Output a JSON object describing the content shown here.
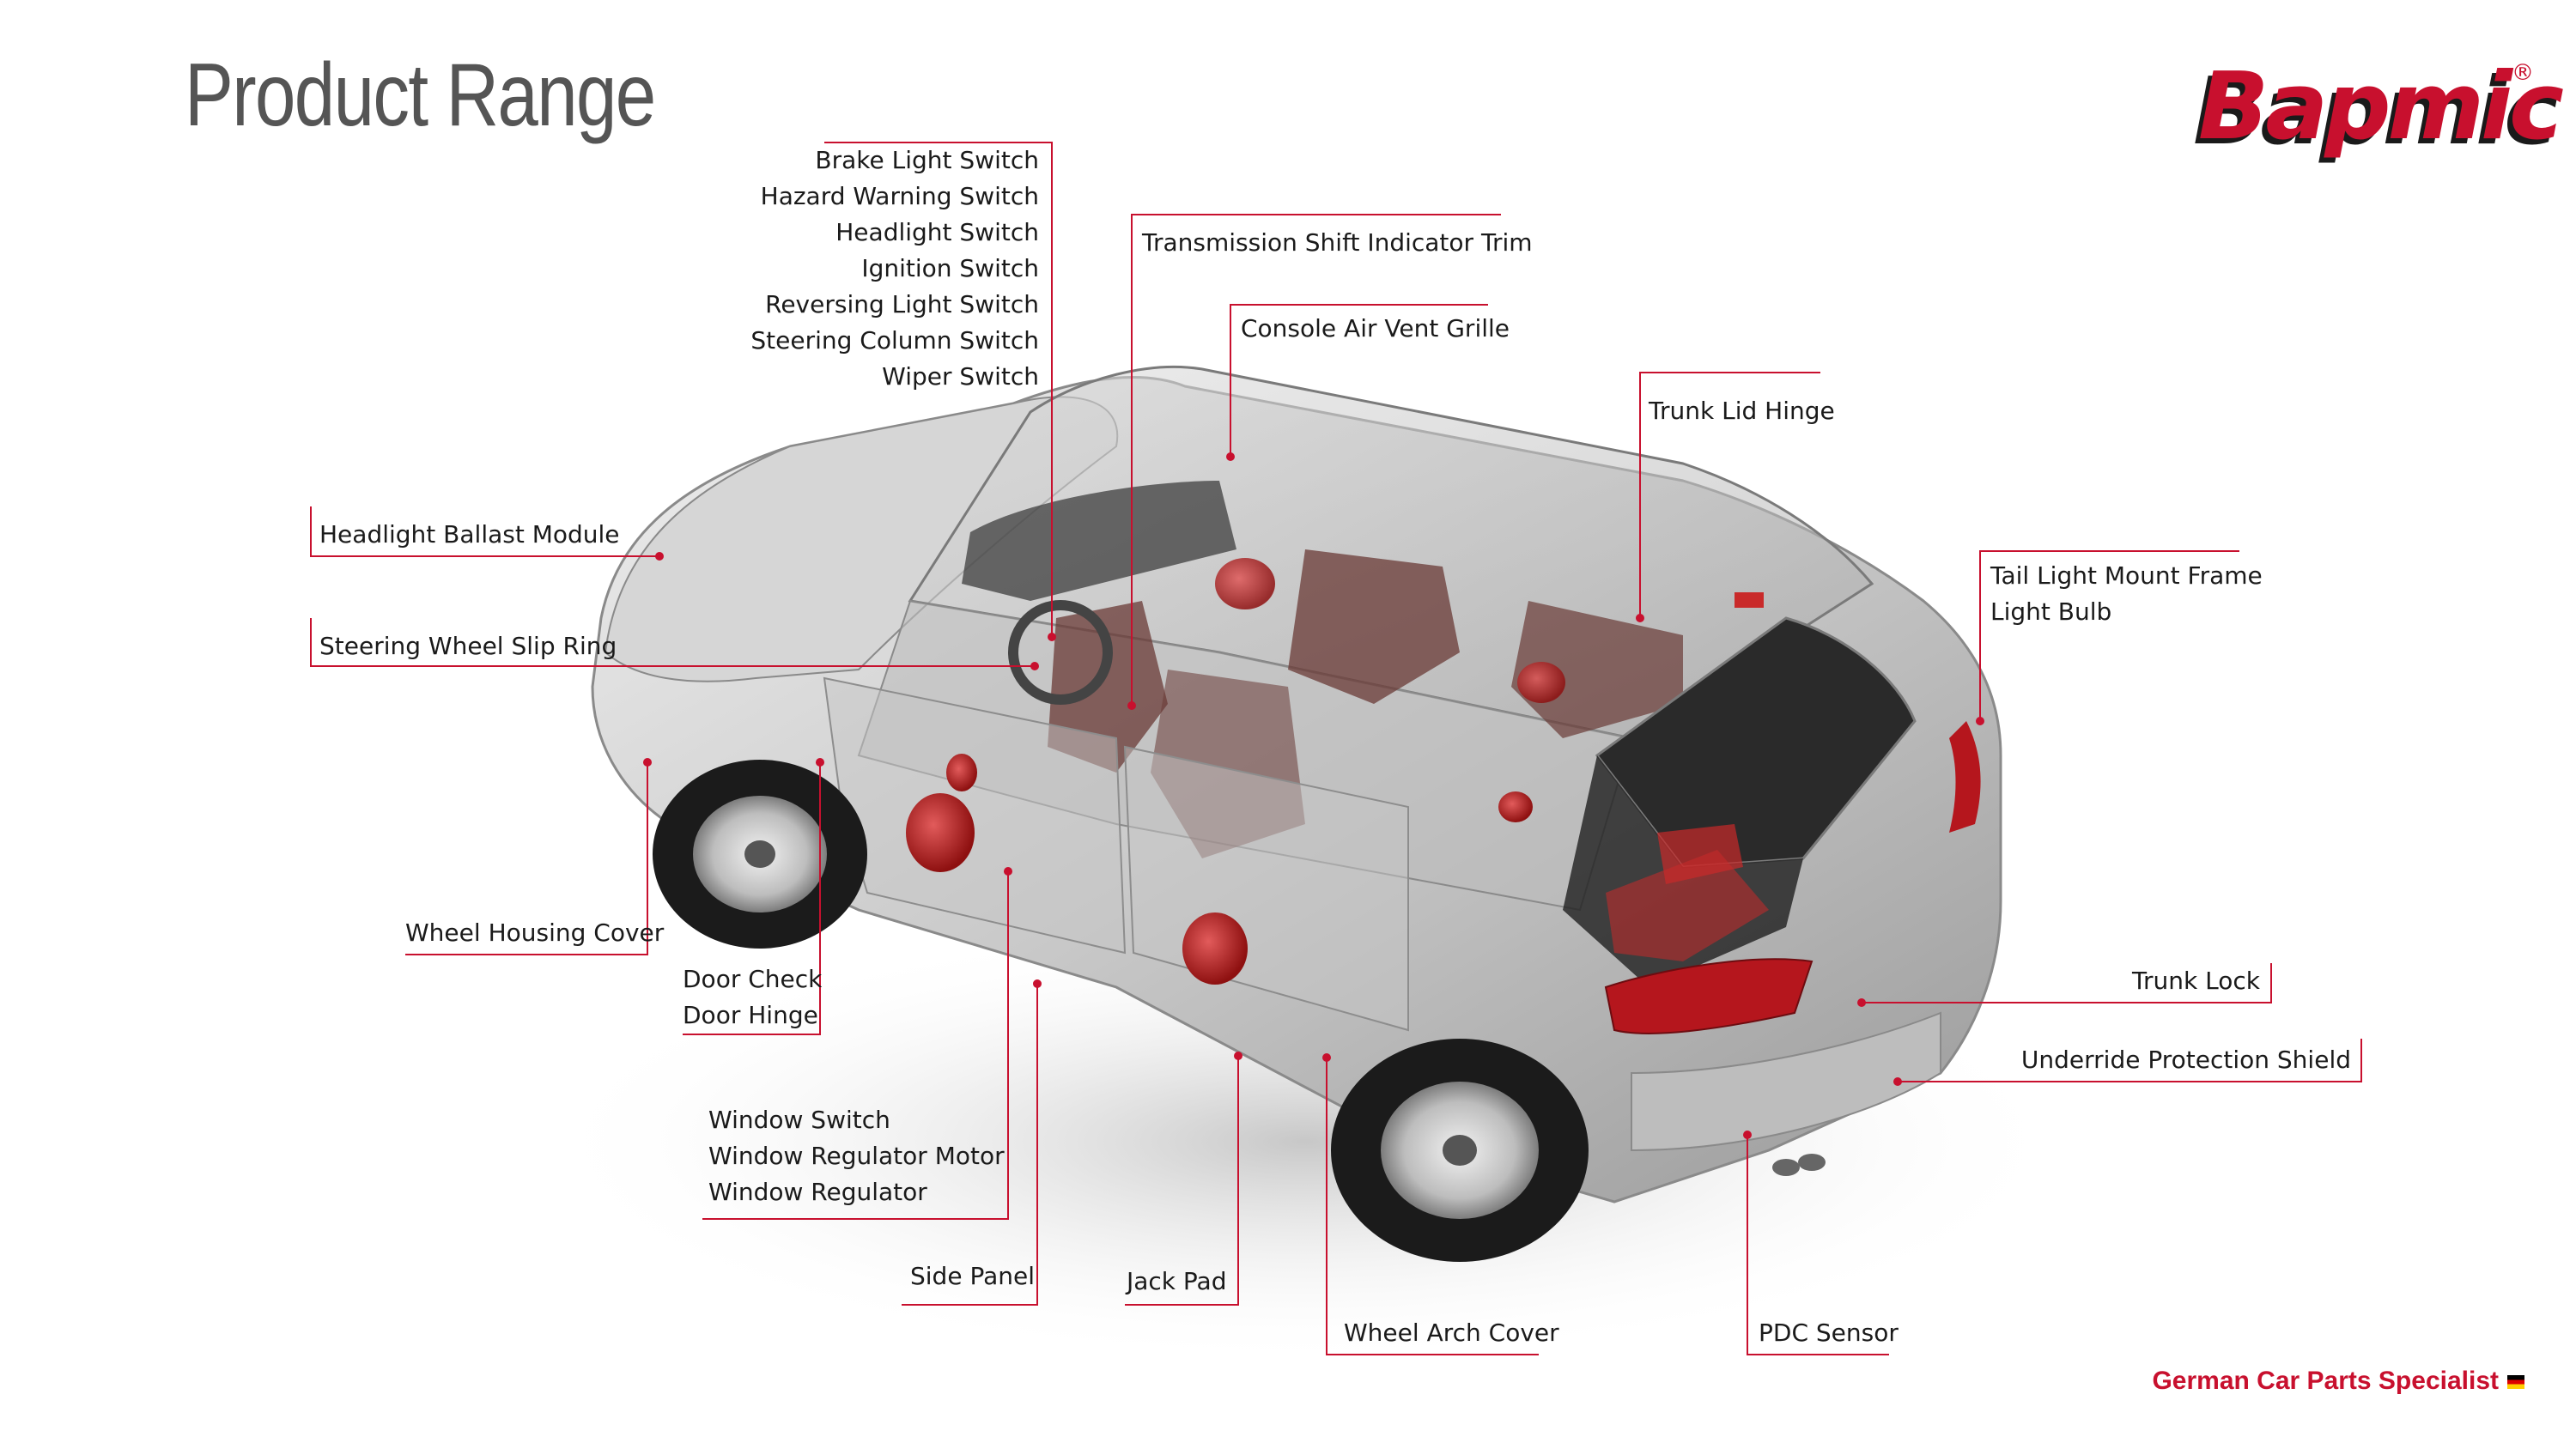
{
  "header": {
    "title": "Product Range"
  },
  "brand": {
    "logo_text": "Bapmic",
    "trademark": "®",
    "tagline": "German Car Parts Specialist",
    "accent_color": "#c8102e"
  },
  "diagram": {
    "subject": "suv-cutaway",
    "callouts": [
      {
        "id": "switches",
        "lines": [
          "Brake Light Switch",
          "Hazard Warning Switch",
          "Headlight Switch",
          "Ignition Switch",
          "Reversing Light Switch",
          "Steering Column Switch",
          "Wiper Switch"
        ]
      },
      {
        "id": "transmission",
        "lines": [
          "Transmission Shift Indicator Trim"
        ]
      },
      {
        "id": "vent",
        "lines": [
          "Console Air Vent Grille"
        ]
      },
      {
        "id": "trunk-hinge",
        "lines": [
          "Trunk Lid Hinge"
        ]
      },
      {
        "id": "tail-light",
        "lines": [
          "Tail Light Mount Frame",
          "Light Bulb"
        ]
      },
      {
        "id": "ballast",
        "lines": [
          "Headlight Ballast Module"
        ]
      },
      {
        "id": "slip-ring",
        "lines": [
          "Steering Wheel Slip Ring"
        ]
      },
      {
        "id": "wheel-housing",
        "lines": [
          "Wheel Housing Cover"
        ]
      },
      {
        "id": "door",
        "lines": [
          "Door Check",
          "Door Hinge"
        ]
      },
      {
        "id": "window",
        "lines": [
          "Window Switch",
          "Window Regulator Motor",
          "Window Regulator"
        ]
      },
      {
        "id": "side-panel",
        "lines": [
          "Side Panel"
        ]
      },
      {
        "id": "jack-pad",
        "lines": [
          "Jack Pad"
        ]
      },
      {
        "id": "wheel-arch",
        "lines": [
          "Wheel Arch Cover"
        ]
      },
      {
        "id": "pdc",
        "lines": [
          "PDC Sensor"
        ]
      },
      {
        "id": "trunk-lock",
        "lines": [
          "Trunk Lock"
        ]
      },
      {
        "id": "underride",
        "lines": [
          "Underride Protection Shield"
        ]
      }
    ]
  }
}
